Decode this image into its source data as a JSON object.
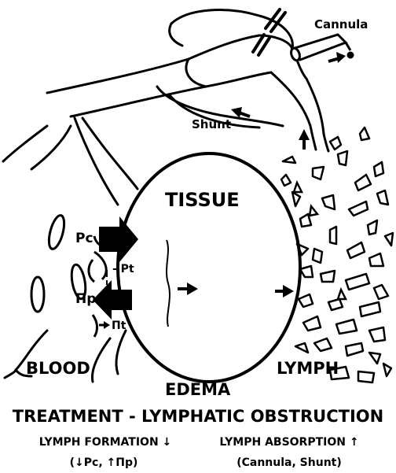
{
  "labels": {
    "cannula": "Cannula",
    "shunt": "Shunt",
    "tissue": "TISSUE",
    "pc": "Pc",
    "pt": "- Pt",
    "pi_p": "Πp",
    "pi_t": "Πt",
    "blood": "BLOOD",
    "lymph": "LYMPH",
    "edema": "EDEMA"
  },
  "caption": {
    "title": "TREATMENT - LYMPHATIC OBSTRUCTION",
    "left_line1": "LYMPH FORMATION ↓",
    "left_line2": "(↓Pc, ↑Πp)",
    "right_line1": "LYMPH ABSORPTION ↑",
    "right_line2": "(Cannula, Shunt)"
  },
  "colors": {
    "ink": "#000000",
    "paper": "#ffffff"
  }
}
